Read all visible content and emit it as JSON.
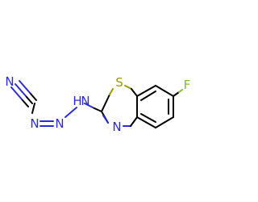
{
  "molecule": {
    "atoms": {
      "n1": "N",
      "n2": "N",
      "n3": "N",
      "nh": "H",
      "nh_n": "N",
      "s": "S",
      "n_ring": "N",
      "f": "F"
    }
  },
  "colors": {
    "nitrogen": "#2b2bd8",
    "sulfur": "#9a9a00",
    "fluorine": "#7cbf2a",
    "carbon_bond": "#000000"
  }
}
